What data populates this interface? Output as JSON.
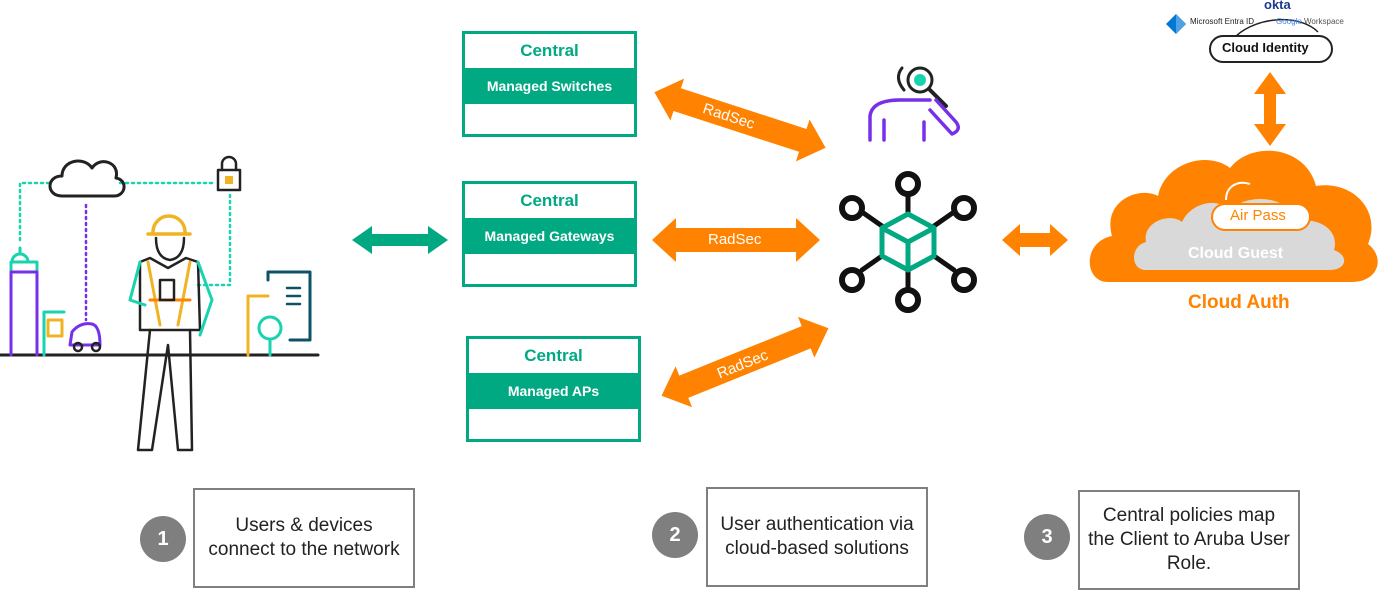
{
  "cards": [
    {
      "title": "Central",
      "subtitle": "Managed Switches"
    },
    {
      "title": "Central",
      "subtitle": "Managed Gateways"
    },
    {
      "title": "Central",
      "subtitle": "Managed APs"
    }
  ],
  "radsec": [
    "RadSec",
    "RadSec",
    "RadSec"
  ],
  "cloud": {
    "air_pass": "Air Pass",
    "guest": "Cloud Guest",
    "auth": "Cloud Auth",
    "identity": "Cloud Identity",
    "okta": "okta",
    "entra": "Microsoft Entra ID",
    "google": "Google",
    "workspace": "Workspace"
  },
  "steps": [
    {
      "num": "1",
      "text": "Users & devices connect to the network"
    },
    {
      "num": "2",
      "text": "User authentication via cloud-based solutions"
    },
    {
      "num": "3",
      "text": "Central policies map the Client to Aruba User Role."
    }
  ],
  "colors": {
    "green": "#01a982",
    "orange": "#ff8300",
    "purple": "#7630ea",
    "gray": "#7f7f7f"
  }
}
